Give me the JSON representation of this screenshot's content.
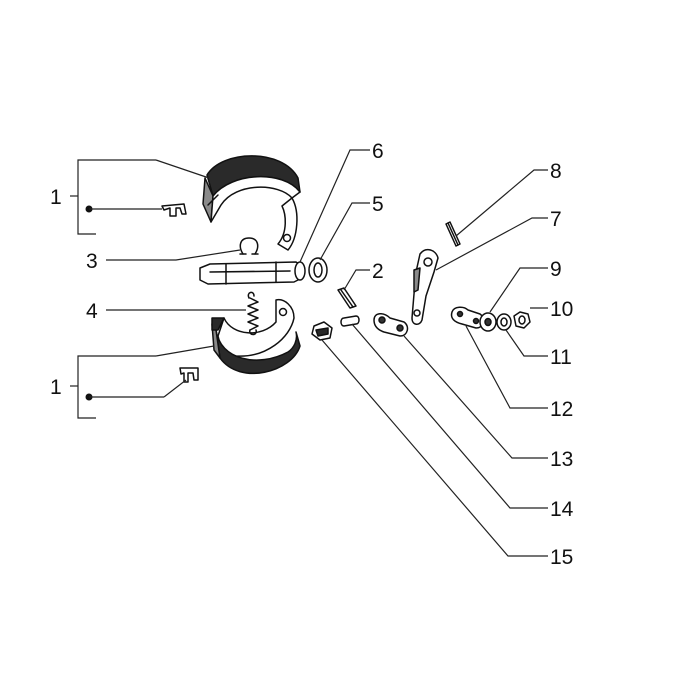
{
  "labels": {
    "l1a": "1",
    "l1b": "1",
    "l2": "2",
    "l3": "3",
    "l4": "4",
    "l5": "5",
    "l6": "6",
    "l7": "7",
    "l8": "8",
    "l9": "9",
    "l10": "10",
    "l11": "11",
    "l12": "12",
    "l13": "13",
    "l14": "14",
    "l15": "15"
  }
}
